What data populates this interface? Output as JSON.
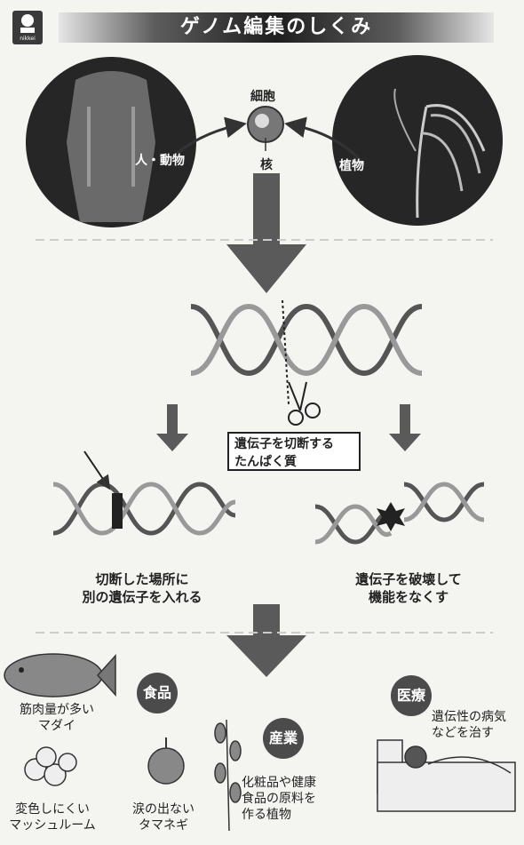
{
  "header": {
    "title": "ゲノム編集のしくみ",
    "logo_text": "nikkei"
  },
  "top": {
    "cell_label": "細胞",
    "nucleus_label": "核",
    "human_label": "人・動物",
    "plant_label": "植物"
  },
  "middle": {
    "protein_label_line1": "遺伝子を切断する",
    "protein_label_line2": "たんぱく質",
    "left_result_line1": "切断した場所に",
    "left_result_line2": "別の遺伝子を入れる",
    "right_result_line1": "遺伝子を破壊して",
    "right_result_line2": "機能をなくす"
  },
  "applications": {
    "food_label": "食品",
    "industry_label": "産業",
    "medical_label": "医療",
    "fish_line1": "筋肉量が多い",
    "fish_line2": "マダイ",
    "mushroom_line1": "変色しにくい",
    "mushroom_line2": "マッシュルーム",
    "onion_line1": "涙の出ない",
    "onion_line2": "タマネギ",
    "plant_line1": "化粧品や健康",
    "plant_line2": "食品の原料を",
    "plant_line3": "作る植物",
    "medical_line1": "遺伝性の病気",
    "medical_line2": "などを治す"
  },
  "colors": {
    "dark": "#1e1e1e",
    "arrow": "#5a5a5a",
    "circle": "#4b4b4b"
  }
}
